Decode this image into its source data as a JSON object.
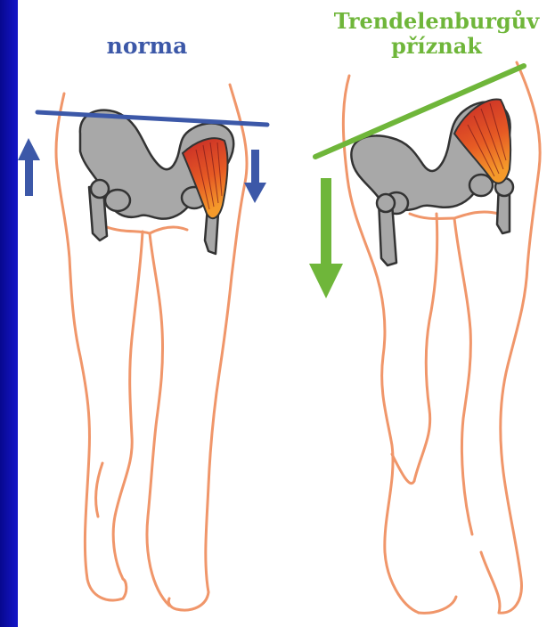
{
  "labels": {
    "normal": "norma",
    "trendelenburg_line1": "Trendelenburgův",
    "trendelenburg_line2": "příznak"
  },
  "colors": {
    "background": "#0f10b4",
    "panel": "#ffffff",
    "normal_accent": "#3c58a8",
    "trendelenburg_accent": "#6fb63a",
    "body_outline": "#f0966a",
    "bone_fill": "#a8a8a8",
    "bone_stroke": "#333333",
    "muscle_red": "#c83232",
    "muscle_orange": "#f08a2a"
  }
}
